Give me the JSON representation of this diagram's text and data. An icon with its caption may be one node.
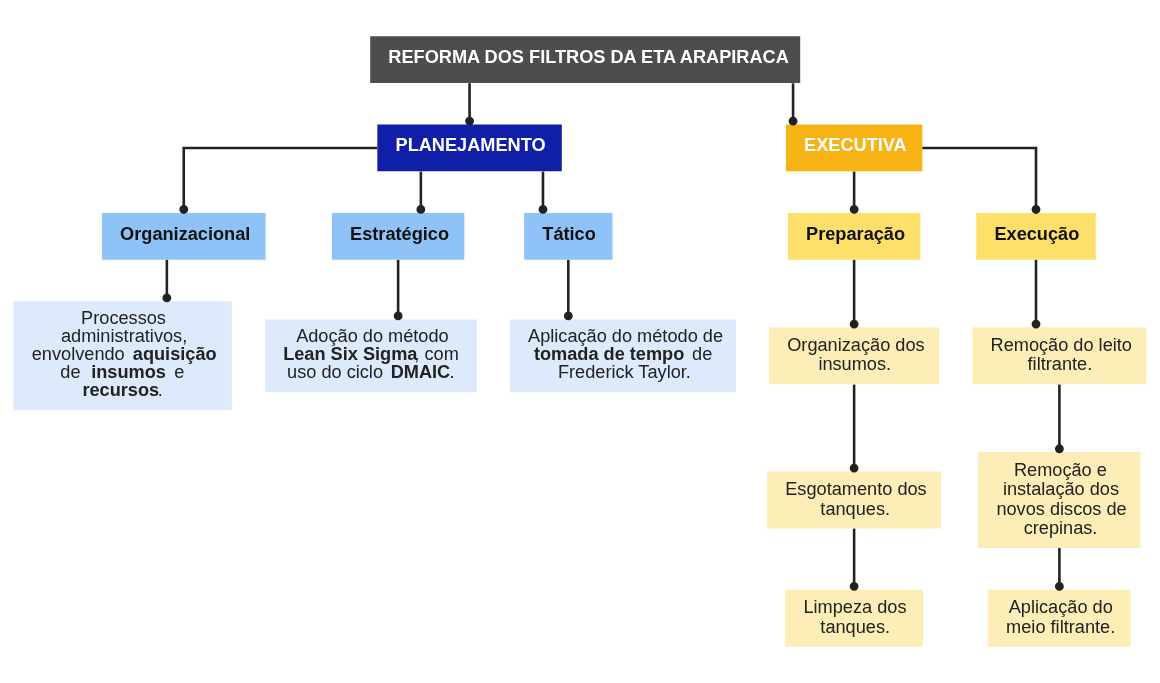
{
  "diagram": {
    "nodes": [
      {
        "text": [
          "REFORMA DOS FILTROS DA ETA ARAPIRACA"
        ]
      },
      {
        "text": [
          "PLANEJAMENTO"
        ]
      },
      {
        "text": [
          "EXECUTIVA"
        ]
      },
      {
        "text": [
          "Organizacional"
        ]
      },
      {
        "text": [
          "Estratégico"
        ]
      },
      {
        "text": [
          "Tático"
        ]
      },
      {
        "text": [
          "Processos administrativos, envolvendo **aquisição** de **insumos** e **recursos**."
        ]
      },
      {
        "text": [
          "Adoção do método **Lean Six Sigma**, com uso do ciclo **DMAIC**."
        ]
      },
      {
        "text": [
          "Aplicação do método de **tomada de tempo** de Frederick Taylor."
        ]
      },
      {
        "text": [
          "Preparação"
        ]
      },
      {
        "text": [
          "Execução"
        ]
      },
      {
        "text": [
          "Organização dos insumos."
        ]
      },
      {
        "text": [
          "Esgotamento dos tanques."
        ]
      },
      {
        "text": [
          "Limpeza dos tanques."
        ]
      },
      {
        "text": [
          "Remoção do leito filtrante."
        ]
      },
      {
        "text": [
          "Remoção e instalação dos novos discos de crepinas."
        ]
      },
      {
        "text": [
          "Aplicação do meio filtrante."
        ]
      }
    ],
    "edges": [
      {
        "from": 0,
        "to": 1,
        "arrow": "other"
      },
      {
        "from": 0,
        "to": 2,
        "arrow": "other"
      },
      {
        "from": 1,
        "to": 3,
        "arrow": "other"
      },
      {
        "from": 1,
        "to": 4,
        "arrow": "other"
      },
      {
        "from": 1,
        "to": 5,
        "arrow": "other"
      },
      {
        "from": 3,
        "to": 6,
        "arrow": "other"
      },
      {
        "from": 4,
        "to": 7,
        "arrow": "other"
      },
      {
        "from": 5,
        "to": 8,
        "arrow": "other"
      },
      {
        "from": 2,
        "to": 9,
        "arrow": "other"
      },
      {
        "from": 2,
        "to": 10,
        "arrow": "other"
      },
      {
        "from": 9,
        "to": 11,
        "arrow": "other"
      },
      {
        "from": 11,
        "to": 12,
        "arrow": "other"
      },
      {
        "from": 12,
        "to": 13,
        "arrow": "other"
      },
      {
        "from": 10,
        "to": 14,
        "arrow": "other"
      },
      {
        "from": 14,
        "to": 15,
        "arrow": "other"
      },
      {
        "from": 15,
        "to": 16,
        "arrow": "other"
      }
    ]
  }
}
